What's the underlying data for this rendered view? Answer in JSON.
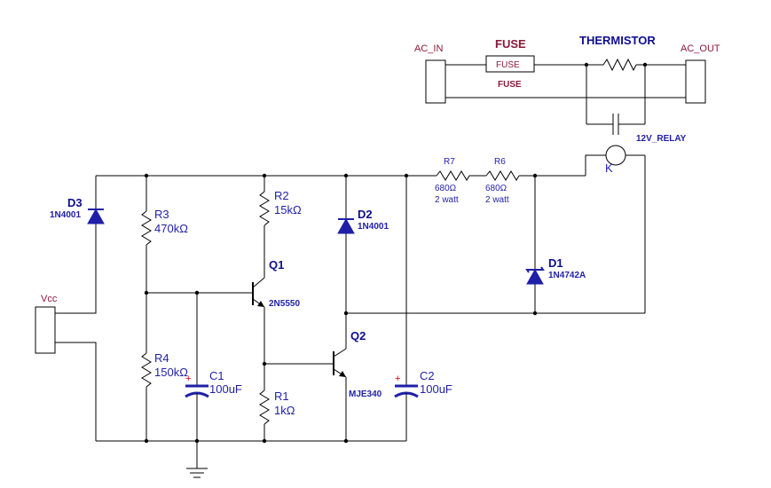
{
  "connectors": {
    "ac_in": "AC_IN",
    "ac_out": "AC_OUT",
    "vcc": "Vcc"
  },
  "fuse": {
    "title": "FUSE",
    "inner": "FUSE",
    "below": "FUSE"
  },
  "thermistor": {
    "title": "THERMISTOR"
  },
  "relay": {
    "label": "12V_RELAY",
    "pin": "K"
  },
  "resistors": [
    {
      "ref": "R3",
      "value": "470kΩ"
    },
    {
      "ref": "R4",
      "value": "150kΩ"
    },
    {
      "ref": "R2",
      "value": "15kΩ"
    },
    {
      "ref": "R1",
      "value": "1kΩ"
    },
    {
      "ref": "R7",
      "value": "680Ω",
      "rating": "2 watt"
    },
    {
      "ref": "R6",
      "value": "680Ω",
      "rating": "2 watt"
    }
  ],
  "capacitors": [
    {
      "ref": "C1",
      "value": "100uF"
    },
    {
      "ref": "C2",
      "value": "100uF"
    }
  ],
  "diodes": [
    {
      "ref": "D3",
      "part": "1N4001"
    },
    {
      "ref": "D2",
      "part": "1N4001"
    },
    {
      "ref": "D1",
      "part": "1N4742A"
    }
  ],
  "transistors": [
    {
      "ref": "Q1",
      "part": "2N5550"
    },
    {
      "ref": "Q2",
      "part": "MJE340"
    }
  ],
  "colors": {
    "label": "#1f1fa8",
    "part_name": "#8b1a3a",
    "wire": "#000000",
    "polarity": "#cc0000"
  }
}
